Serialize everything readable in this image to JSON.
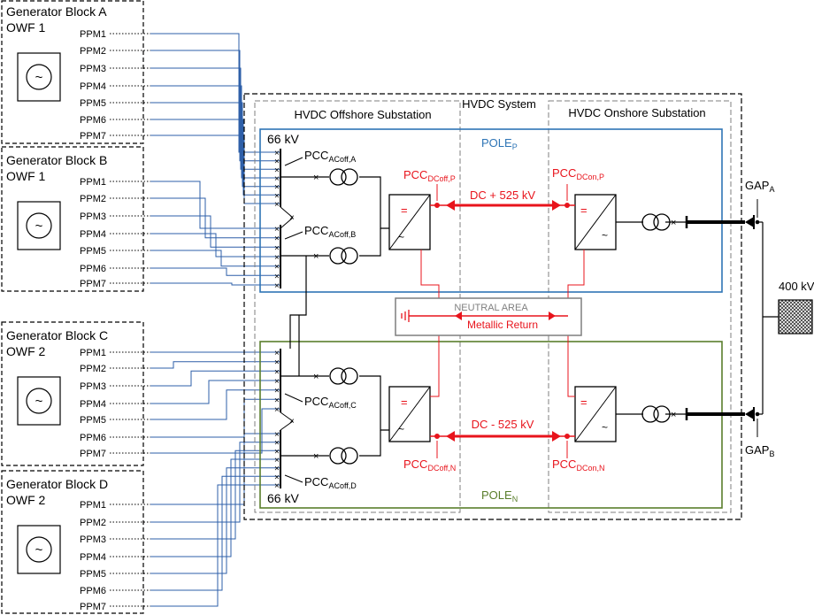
{
  "blocks": [
    {
      "title": "Generator Block A",
      "owf": "OWF 1"
    },
    {
      "title": "Generator Block B",
      "owf": "OWF 1"
    },
    {
      "title": "Generator Block C",
      "owf": "OWF 2"
    },
    {
      "title": "Generator Block D",
      "owf": "OWF 2"
    }
  ],
  "ppm_labels": [
    "PPM1",
    "PPM2",
    "PPM3",
    "PPM4",
    "PPM5",
    "PPM6",
    "PPM7"
  ],
  "hvdc": {
    "system": "HVDC System",
    "offshore": "HVDC Offshore Substation",
    "onshore": "HVDC Onshore Substation"
  },
  "voltage_66_top": "66 kV",
  "voltage_66_bottom": "66 kV",
  "voltage_400": "400 kV",
  "pole_p": {
    "base": "POLE",
    "sub": "P"
  },
  "pole_n": {
    "base": "POLE",
    "sub": "N"
  },
  "dc_p": "DC + 525 kV",
  "dc_n": "DC  - 525 kV",
  "neutral_area": "NEUTRAL AREA",
  "metallic_return": "Metallic Return",
  "pcc": {
    "acoff_a": {
      "base": "PCC",
      "sub": "ACoff,A"
    },
    "acoff_b": {
      "base": "PCC",
      "sub": "ACoff,B"
    },
    "acoff_c": {
      "base": "PCC",
      "sub": "ACoff,C"
    },
    "acoff_d": {
      "base": "PCC",
      "sub": "ACoff,D"
    },
    "dcoff_p": {
      "base": "PCC",
      "sub": "DCoff,P"
    },
    "dcon_p": {
      "base": "PCC",
      "sub": "DCon,P"
    },
    "dcoff_n": {
      "base": "PCC",
      "sub": "DCoff,N"
    },
    "dcon_n": {
      "base": "PCC",
      "sub": "DCon,N"
    }
  },
  "gap_a": {
    "base": "GAP",
    "sub": "A"
  },
  "gap_b": {
    "base": "GAP",
    "sub": "B"
  },
  "symbols": {
    "ac": "~",
    "dc": "="
  },
  "colors": {
    "pole_p": "#2e75b6",
    "pole_n": "#5a7e2c",
    "dc_red": "#e8141c",
    "feeder_blue": "#2e5fa8",
    "neutral_gray": "#7f7f7f"
  }
}
